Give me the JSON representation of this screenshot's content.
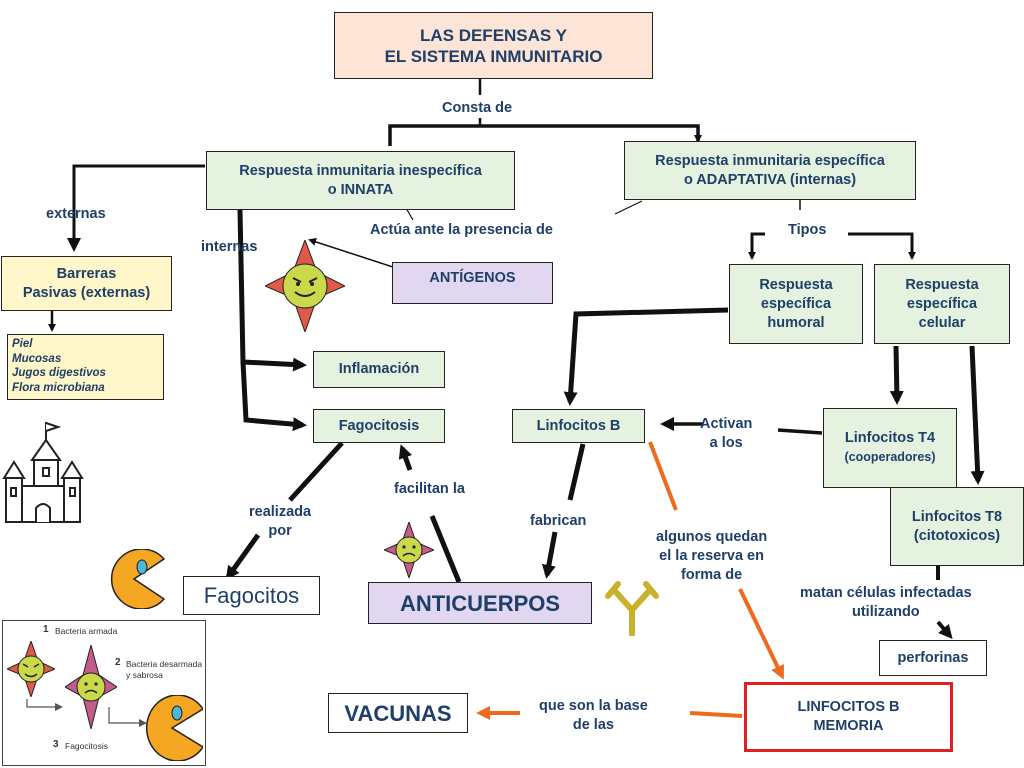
{
  "title": {
    "line1": "LAS DEFENSAS Y",
    "line2": "EL SISTEMA INMUNITARIO"
  },
  "labels": {
    "consta_de": "Consta de",
    "externas": "externas",
    "internas": "internas",
    "actua": "Actúa ante la presencia de",
    "tipos": "Tipos",
    "activan_1": "Activan",
    "activan_2": "a los",
    "facilitan": "facilitan la",
    "realizada_1": "realizada",
    "realizada_2": "por",
    "fabrican": "fabrican",
    "algunos_1": "algunos quedan",
    "algunos_2": "el la reserva en",
    "algunos_3": "forma de",
    "matan_1": "matan células infectadas",
    "matan_2": "utilizando",
    "base_1": "que son la base",
    "base_2": "de las"
  },
  "nodes": {
    "innata": {
      "line1": "Respuesta inmunitaria inespecífica",
      "line2": "o INNATA"
    },
    "adaptativa": {
      "line1": "Respuesta inmunitaria específica",
      "line2": "o ADAPTATIVA (internas)"
    },
    "barreras": {
      "line1": "Barreras",
      "line2": "Pasivas (externas)"
    },
    "barreras_list": [
      "Piel",
      "Mucosas",
      "Jugos digestivos",
      "Flora microbiana"
    ],
    "antigenos": "ANTÍGENOS",
    "humoral": {
      "line1": "Respuesta",
      "line2": "específica",
      "line3": "humoral"
    },
    "celular": {
      "line1": "Respuesta",
      "line2": "específica",
      "line3": "celular"
    },
    "inflamacion": "Inflamación",
    "fagocitosis": "Fagocitosis",
    "linfocitos_b": "Linfocitos B",
    "t4": {
      "line1": "Linfocitos T4",
      "line2": "(cooperadores)"
    },
    "t8": {
      "line1": "Linfocitos T8",
      "line2": "(citotoxicos)"
    },
    "fagocitos": "Fagocitos",
    "anticuerpos": "ANTICUERPOS",
    "perforinas": "perforinas",
    "vacunas": "VACUNAS",
    "memoria": {
      "line1": "LINFOCITOS B",
      "line2": "MEMORIA"
    }
  },
  "inset": {
    "step1": "1",
    "step1_text": "Bacteria armada",
    "step2": "2",
    "step2_text_1": "Bacteria desarmada",
    "step2_text_2": "y sabrosa",
    "step3": "3",
    "step3_text": "Fagocitosis"
  },
  "colors": {
    "accent_orange": "#ee6a1e",
    "memoria_border": "#e02020",
    "text": "#1f3f68"
  }
}
